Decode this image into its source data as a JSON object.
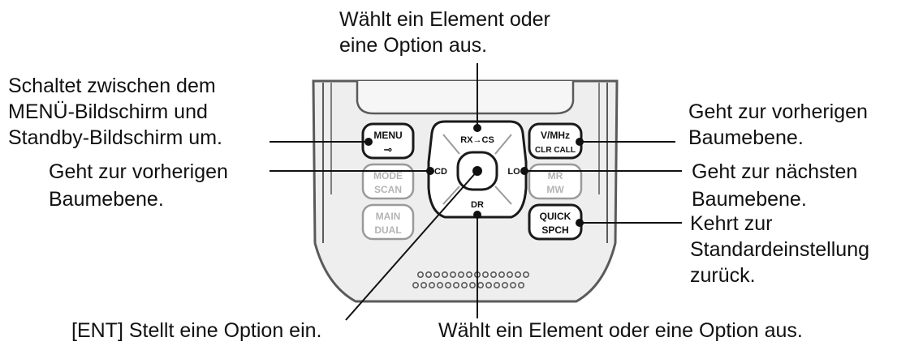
{
  "colors": {
    "line": "#111111",
    "device_body": "#eeeeee",
    "device_outline": "#5a5a5a",
    "key_face": "#ffffff",
    "key_dim_text": "#b4b4b4"
  },
  "keys": {
    "menu": [
      "MENU",
      "⊸"
    ],
    "mode": [
      "MODE",
      "SCAN"
    ],
    "main": [
      "MAIN",
      "DUAL"
    ],
    "vmhz": [
      "V/MHz",
      "CLR CALL"
    ],
    "mr": [
      "MR",
      "MW"
    ],
    "quick": [
      "QUICK",
      "SPCH"
    ],
    "dpad_up": "RX→CS",
    "dpad_left": "CD",
    "dpad_right": "LO",
    "dpad_down": "DR"
  },
  "labels": {
    "top": [
      "Wählt ein Element oder",
      "eine Option aus."
    ],
    "menu_toggle": [
      "Schaltet zwischen dem",
      "MENÜ-Bildschirm und",
      "Standby-Bildschirm um."
    ],
    "left_back": [
      "Geht zur vorherigen",
      "Baumebene."
    ],
    "right_back": [
      "Geht zur vorherigen",
      "Baumebene."
    ],
    "right_next": [
      "Geht zur nächsten",
      "Baumebene."
    ],
    "quick_reset": [
      "Kehrt zur",
      "Standardeinstellung",
      "zurück."
    ],
    "ent": "[ENT] Stellt eine Option ein.",
    "bottom": "Wählt ein Element oder eine Option aus."
  }
}
